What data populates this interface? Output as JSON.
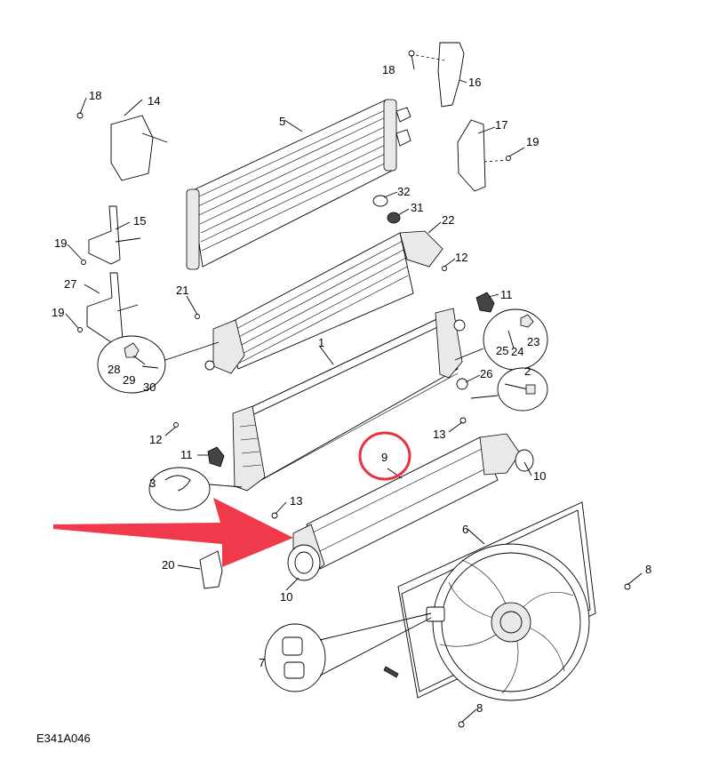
{
  "figure_code": "E341A046",
  "callouts": {
    "c1": "1",
    "c2": "2",
    "c3": "3",
    "c5": "5",
    "c6": "6",
    "c7": "7",
    "c8a": "8",
    "c8b": "8",
    "c9": "9",
    "c10a": "10",
    "c10b": "10",
    "c11a": "11",
    "c11b": "11",
    "c12a": "12",
    "c12b": "12",
    "c13a": "13",
    "c13b": "13",
    "c14": "14",
    "c15": "15",
    "c16": "16",
    "c17": "17",
    "c18a": "18",
    "c18b": "18",
    "c19a": "19",
    "c19b": "19",
    "c19c": "19",
    "c20": "20",
    "c21": "21",
    "c22": "22",
    "c23": "23",
    "c24": "24",
    "c25": "25",
    "c26": "26",
    "c27": "27",
    "c28": "28",
    "c29": "29",
    "c30": "30",
    "c31": "31",
    "c32": "32"
  },
  "colors": {
    "arrow": "#f0394a",
    "highlight_circle": "#e8323c",
    "line": "#000000"
  }
}
